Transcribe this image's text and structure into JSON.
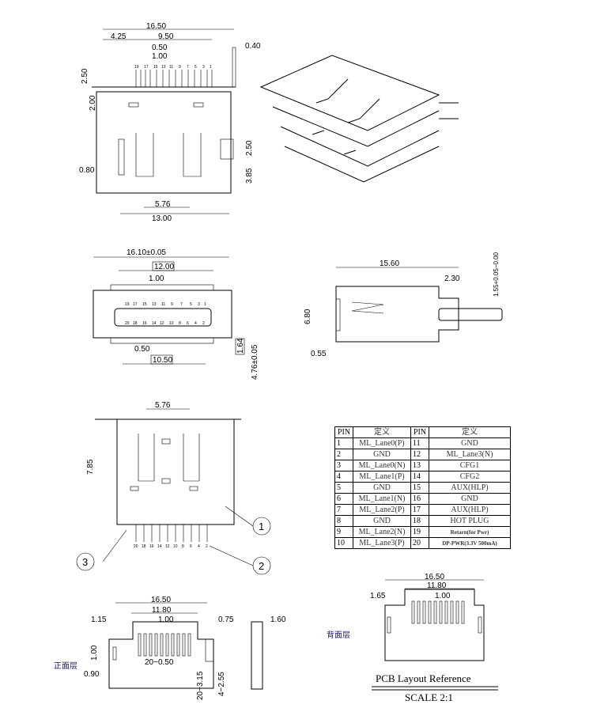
{
  "front_view": {
    "d1": "16.50",
    "d2": "4.25",
    "d3": "9.50",
    "d4": "0.50",
    "d5": "1.00",
    "d6": "0.40",
    "d7": "2.50",
    "d8": "2.00",
    "d9": "0.80",
    "d10": "2.50",
    "d11": "3.85",
    "d12": "5.76",
    "d13": "13.00",
    "pins": [
      "19",
      "17",
      "15",
      "13",
      "11",
      "9",
      "7",
      "5",
      "3",
      "1"
    ]
  },
  "end_view": {
    "d1": "16.10±0.05",
    "d2": "12.00",
    "d3": "1.00",
    "d4": "0.50",
    "d5": "10.50",
    "d6": "1.64",
    "d7": "4.76±0.05",
    "pins_top": [
      "19",
      "17",
      "15",
      "13",
      "11",
      "9",
      "7",
      "5",
      "3",
      "1"
    ],
    "pins_bottom": [
      "20",
      "18",
      "16",
      "14",
      "12",
      "10",
      "8",
      "6",
      "4",
      "2"
    ]
  },
  "side_view": {
    "d1": "15.60",
    "d2": "2.30",
    "d3": "6.80",
    "d4": "0.55",
    "d5": "1.55+0.05−0.00"
  },
  "bottom_view": {
    "d1": "5.76",
    "d2": "7.85",
    "pins": [
      "20",
      "18",
      "16",
      "14",
      "12",
      "10",
      "8",
      "6",
      "4",
      "2"
    ],
    "callouts": [
      "1",
      "2",
      "3"
    ]
  },
  "pin_table": {
    "headers": [
      "PIN",
      "定义",
      "PIN",
      "定义"
    ],
    "rows": [
      [
        "1",
        "ML_Lane0(P)",
        "11",
        "GND"
      ],
      [
        "2",
        "GND",
        "12",
        "ML_Lane3(N)"
      ],
      [
        "3",
        "ML_Lane0(N)",
        "13",
        "CFG1"
      ],
      [
        "4",
        "ML_Lane1(P)",
        "14",
        "CFG2"
      ],
      [
        "5",
        "GND",
        "15",
        "AUX(HLP)"
      ],
      [
        "6",
        "ML_Lane1(N)",
        "16",
        "GND"
      ],
      [
        "7",
        "ML_Lane2(P)",
        "17",
        "AUX(HLP)"
      ],
      [
        "8",
        "GND",
        "18",
        "HOT PLUG"
      ],
      [
        "9",
        "ML_Lane2(N)",
        "19",
        "Retarn(for Pwr)"
      ],
      [
        "10",
        "ML_Lane3(P)",
        "20",
        "DP-PWR(3.3V 500mA)"
      ]
    ]
  },
  "pcb_front": {
    "label": "正面层",
    "d1": "16.50",
    "d2": "11.80",
    "d3": "1.15",
    "d4": "1.00",
    "d5": "0.75",
    "d6": "1.60",
    "d7": "1.00",
    "d8": "0.90",
    "d9": "20−0.50",
    "d10": "20−3.15",
    "d11": "4−2.55"
  },
  "pcb_back": {
    "label": "背面层",
    "d1": "16.50",
    "d2": "11.80",
    "d3": "1.65",
    "d4": "1.00"
  },
  "title_block": {
    "title": "PCB Layout Reference",
    "scale": "SCALE 2:1"
  }
}
